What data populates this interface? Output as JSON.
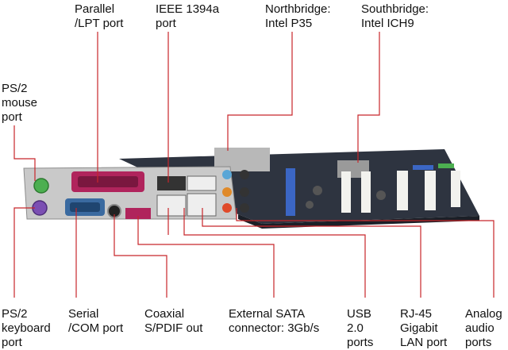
{
  "labels": {
    "parallel": "Parallel\n/LPT port",
    "ieee": "IEEE 1394a\nport",
    "northbridge": "Northbridge:\nIntel P35",
    "southbridge": "Southbridge:\nIntel ICH9",
    "ps2_mouse": "PS/2\nmouse\nport",
    "ps2_keyboard": "PS/2\nkeyboard\nport",
    "serial": "Serial\n/COM port",
    "coaxial": "Coaxial\nS/PDIF out",
    "esata": "External SATA\nconnector: 3Gb/s",
    "usb": "USB\n2.0\nports",
    "rj45": "RJ-45\nGigabit\nLAN port",
    "analog": "Analog\naudio\nports"
  },
  "colors": {
    "leader_line": "#c8262a",
    "pcb": "#2e3440",
    "io_shield": "#c9c9c9",
    "ps2_mouse": "#4caf50",
    "ps2_keyboard": "#7b4fb3",
    "parallel": "#b0245c",
    "serial": "#3a6aa0",
    "expansion_slot": "#f2f2ee",
    "blue_slot": "#3b66c4"
  },
  "image": {
    "subject": "motherboard-rear-io-panel"
  }
}
